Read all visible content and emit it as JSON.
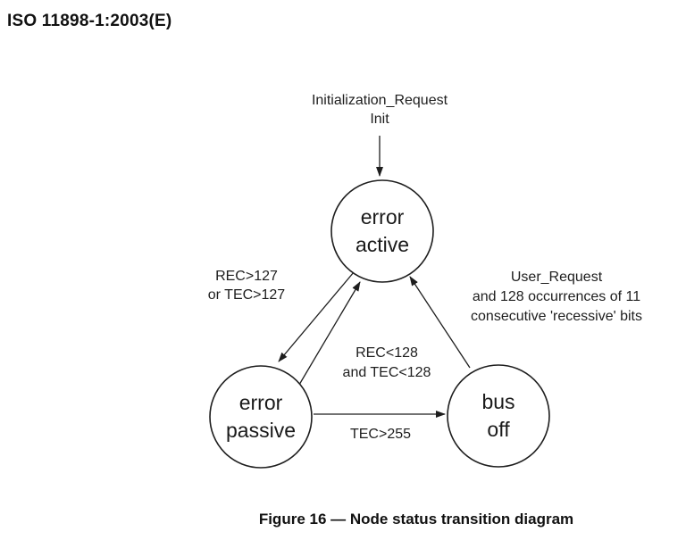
{
  "page": {
    "header": "ISO 11898-1:2003(E)",
    "figure_caption": "Figure 16 — Node status transition diagram"
  },
  "diagram": {
    "type": "state-transition-diagram",
    "entry": {
      "line1": "Initialization_Request",
      "line2": "Init"
    },
    "states": [
      {
        "name": "error active",
        "line1": "error",
        "line2": "active"
      },
      {
        "name": "error passive",
        "line1": "error",
        "line2": "passive"
      },
      {
        "name": "bus off",
        "line1": "bus",
        "line2": "off"
      }
    ],
    "transitions": [
      {
        "from": "error active",
        "to": "error passive",
        "line1": "REC>127",
        "line2": "or TEC>127"
      },
      {
        "from": "error passive",
        "to": "error active",
        "line1": "REC<128",
        "line2": "and TEC<128"
      },
      {
        "from": "error passive",
        "to": "bus off",
        "line1": "TEC>255"
      },
      {
        "from": "bus off",
        "to": "error active",
        "line1": "User_Request",
        "line2": "and 128 occurrences of 11",
        "line3": "consecutive 'recessive' bits"
      },
      {
        "from": "init",
        "to": "error active",
        "line1": ""
      }
    ],
    "stroke_color": "#1e1e1e"
  }
}
